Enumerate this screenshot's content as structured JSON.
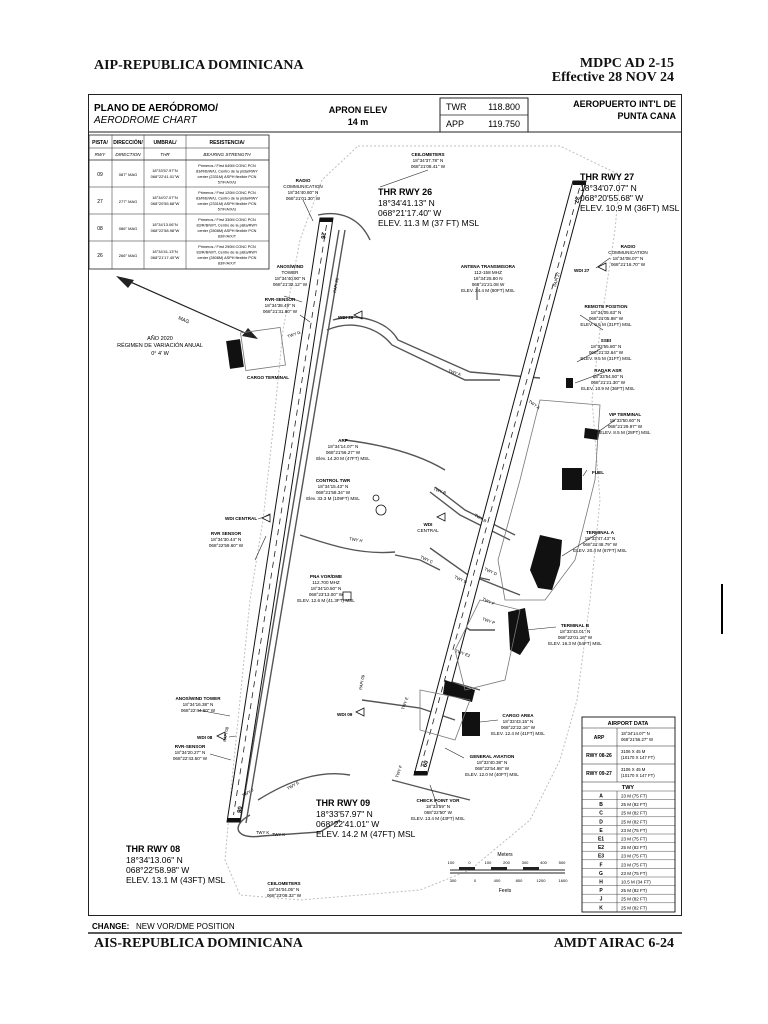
{
  "header": {
    "left": "AIP-REPUBLICA DOMINICANA",
    "right_line1": "MDPC AD 2-15",
    "right_line2": "Effective 28 NOV 24"
  },
  "footer": {
    "left": "AIS-REPUBLICA DOMINICANA",
    "right": "AMDT AIRAC 6-24",
    "change_label": "CHANGE:",
    "change_text": "NEW VOR/DME POSITION"
  },
  "title": {
    "es": "PLANO DE AERÓDROMO/",
    "en": "AERODROME CHART",
    "apron_label": "APRON ELEV",
    "apron_value": "14 m",
    "airport_line1": "AEROPUERTO INT'L DE",
    "airport_line2": "PUNTA CANA"
  },
  "frequencies": [
    {
      "name": "TWR",
      "value": "118.800"
    },
    {
      "name": "APP",
      "value": "119.750"
    }
  ],
  "runway_table": {
    "headers_es": [
      "PISTA/",
      "DIRECCIÓN/",
      "UMBRAL/",
      "RESISTENCIA/"
    ],
    "headers_en": [
      "RWY",
      "DIRECTION",
      "THR",
      "BEARING STRENGTH"
    ],
    "rows": [
      {
        "rwy": "09",
        "dir": "087° MAG",
        "thr": [
          "18°33'57.97\"N",
          "068°22'41.01\"W"
        ],
        "strength": [
          "Primeros / First 640M CONC PCN",
          "83/R/B/W/U, Centro de la pista/RWY",
          "center (2331M) ASPH flexible PCN",
          "57/F/A/X/U"
        ]
      },
      {
        "rwy": "27",
        "dir": "277° MAG",
        "thr": [
          "18°34'07.07\"N",
          "068°20'55.68\"W"
        ],
        "strength": [
          "Primeros / First 120M CONC PCN",
          "83/R/B/W/U, Centro de la pista/RWY",
          "center (2331M) ASPH flexible PCN",
          "57/F/A/X/U"
        ]
      },
      {
        "rwy": "08",
        "dir": "086° MAG",
        "thr": [
          "18°34'13.06\"N",
          "068°22'58.98\"W"
        ],
        "strength": [
          "Primeros / First 330M CONC PCN",
          "83/R/B/W/T, Centro de la pista/RWY",
          "center (2808M) ASPH flexible PCN",
          "83/F/A/X/T"
        ]
      },
      {
        "rwy": "26",
        "dir": "266° MAG",
        "thr": [
          "18°34'41.13\"N",
          "068°21'17.40\"W"
        ],
        "strength": [
          "Primeros / First 290M CONC PCN",
          "83/R/B/W/T, Centro de la pista/RWY",
          "center (2808M) ASPH flexible PCN",
          "83/F/A/X/T"
        ]
      }
    ]
  },
  "magnetic": {
    "arrow_label": "MAG",
    "year": "AÑO 2020",
    "label": "RÉGIMEN DE VARIACIÓN ANUAL",
    "value": "0° 4' W"
  },
  "thresholds": [
    {
      "id": "thr-rwy-26",
      "title": "THR RWY 26",
      "lines": [
        "18°34'41.13\" N",
        "068°21'17.40\" W",
        "ELEV. 11.3 M (37 FT) MSL"
      ]
    },
    {
      "id": "thr-rwy-27",
      "title": "THR RWY 27",
      "lines": [
        "18°34'07.07\" N",
        "068°20'55.68\" W",
        "ELEV. 10.9 M (36FT) MSL"
      ]
    },
    {
      "id": "thr-rwy-09",
      "title": "THR RWY 09",
      "lines": [
        "18°33'57.97\" N",
        "068°22'41.01\" W",
        "ELEV. 14.2 M (47FT) MSL"
      ]
    },
    {
      "id": "thr-rwy-08",
      "title": "THR RWY 08",
      "lines": [
        "18°34'13.06\" N",
        "068°22'58.98\" W",
        "ELEV. 13.1 M (43FT) MSL"
      ]
    }
  ],
  "labels": {
    "ceilometers_top": [
      "CEILOMETERS",
      "18°34'37.78\" N",
      "068°21'08.41\" W"
    ],
    "radio_comm_left": [
      "RADIO",
      "COMMUNICATION",
      "18°34'40.80\" N",
      "068°21'01.30\" W"
    ],
    "radio_comm_right": [
      "RADIO",
      "COMMUNICATION",
      "18°34'08.07\" N",
      "068°21'16.70\" W"
    ],
    "antenna": [
      "ANTENA TRANSMISORA",
      "112-158 MHZ",
      "18°34'25.80 N",
      "068°21'21.08 W",
      "ELEV. 24.4 M (80FT) MSL"
    ],
    "anos_top": [
      "ANOS/WIND",
      "TOWER",
      "18°34'40.90\" N",
      "068°21'32.12\" W"
    ],
    "rvr_top": [
      "RVR-SENSOR",
      "18°34'38.49\" N",
      "068°21'31.80\" W"
    ],
    "wdi_top": "WDI 26",
    "wdi_27": "WDI 27",
    "remote_position": [
      "REMOTE POSITION",
      "18°34'05.63\" N",
      "068°21'05.98\" W",
      "ELEV. 9.5 M (31FT) MSL"
    ],
    "ssei": [
      "SSEI",
      "18°33'55.80\" N",
      "068°21'32.64\" W",
      "ELEV. 9.5 M (31FT) MSL"
    ],
    "radar": [
      "RADAR ASR",
      "18°33'54.50\" N",
      "068°21'21.30\" W",
      "ELEV. 10.9 M (36FT) MSL"
    ],
    "vip": [
      "VIP TERMINAL",
      "18°33'50.60\" N",
      "068°21'29.97\" W",
      "ELEV. 8.5 M (28FT) MSL"
    ],
    "fuel": "FUEL",
    "terminal_a": [
      "TERMINAL A",
      "18°33'47.43\" N",
      "068°21'48.79\" W",
      "ELEV. 20.4 M (67FT) MSL"
    ],
    "terminal_b": [
      "TERMINAL B",
      "18°33'43.01\" N",
      "068°22'01.16\" W",
      "ELEV. 16.3 M (54FT) MSL"
    ],
    "cargo_terminal": "CARGO TERMINAL",
    "arp": [
      "ARP",
      "18°34'14.07\" N",
      "068°21'56.27\" W",
      "Elev. 14.20 M (47FT) MSL"
    ],
    "control_twr": [
      "CONTROL TWR",
      "18°34'15.43\" N",
      "068°21'58.34\" W",
      "Elev. 33.3 M (109FT) MSL"
    ],
    "wdi_central_left": "WDI CENTRAL",
    "wdi_central_right": [
      "WDI",
      "CENTRAL"
    ],
    "rvr_mid": [
      "RVR SENSOR",
      "18°34'30.44\" N",
      "068°22'59.60\" W"
    ],
    "pna_vordme": [
      "PNA VOR/DME",
      "112.700 MHZ",
      "18°34'10.50\" N",
      "068°23'13.00\" W",
      "ELEV. 12.6 M (41.3FT) MSL"
    ],
    "cargo_area": [
      "CARGO AREA",
      "18°33'43.15\" N",
      "068°22'22.16\" W",
      "ELEV. 12.4 M (41FT) MSL"
    ],
    "general_aviation": [
      "GENERAL AVIATION",
      "18°33'40.38\" N",
      "068°22'54.98\" W",
      "ELEV. 12.0 M (40FT) MSL"
    ],
    "anos_bottom": [
      "ANOS/WIND TOWER",
      "18°34'16.38\" N",
      "068°22'44.60\" W"
    ],
    "wdi_08": "WDI 08",
    "wdi_09": "WDI 09",
    "rvr_bottom": [
      "RVR-SENSOR",
      "18°34'20.27\" N",
      "068°22'43.50\" W"
    ],
    "checkpoint": [
      "CHECK POINT VOR",
      "18°33'59\" N",
      "068°22'50\" W",
      "ELEV. 13.4 M (43FT) MSL"
    ],
    "ceilometers_bottom": [
      "CEILOMETERS",
      "18°34'04.05\" N",
      "068°23'08.32\" W"
    ]
  },
  "twy_labels": [
    "TWY A",
    "TWY A",
    "TWY B",
    "TWY B",
    "TWY C",
    "TWY D",
    "TWY D",
    "TWY E",
    "TWY E",
    "TWY F",
    "TWY G",
    "TWY H",
    "TWY J",
    "TWY K",
    "TWY F",
    "TWY P",
    "TWY E2",
    "TWY K",
    "PAPI 26",
    "PAPI 27",
    "PAPI 09",
    "PAPI 08"
  ],
  "scale": {
    "meters_label": "Meters",
    "meters_ticks": [
      "100",
      "0",
      "100",
      "200",
      "300",
      "400",
      "500"
    ],
    "feet_label": "Feets",
    "feet_ticks": [
      "300",
      "0",
      "400",
      "800",
      "1200",
      "1600"
    ]
  },
  "airport_data": {
    "title": "AIRPORT DATA",
    "rows": [
      {
        "label": "ARP",
        "value": [
          "18°34'14.07\" N",
          "068°21'56.27\" W"
        ]
      },
      {
        "label": "RWY 08-26",
        "value": [
          "3106 X 45 M",
          "(10170 X 147 FT)"
        ]
      },
      {
        "label": "RWY 09-27",
        "value": [
          "3106 X 45 M",
          "(10170 X 147 FT)"
        ]
      }
    ],
    "twy_title": "TWY",
    "twy_rows": [
      {
        "name": "A",
        "width": "23 M (75 FT)"
      },
      {
        "name": "B",
        "width": "25 M (82 FT)"
      },
      {
        "name": "C",
        "width": "25 M (82 FT)"
      },
      {
        "name": "D",
        "width": "25 M (82 FT)"
      },
      {
        "name": "E",
        "width": "23 M (75 FT)"
      },
      {
        "name": "E1",
        "width": "23 M (75 FT)"
      },
      {
        "name": "E2",
        "width": "25 M (82 FT)"
      },
      {
        "name": "E3",
        "width": "23 M (75 FT)"
      },
      {
        "name": "F",
        "width": "23 M (75 FT)"
      },
      {
        "name": "G",
        "width": "23 M (75 FT)"
      },
      {
        "name": "H",
        "width": "10.5 M (34 FT)"
      },
      {
        "name": "P",
        "width": "25 M (82 FT)"
      },
      {
        "name": "J",
        "width": "25 M (82 FT)"
      },
      {
        "name": "K",
        "width": "25 M (82 FT)"
      }
    ]
  }
}
